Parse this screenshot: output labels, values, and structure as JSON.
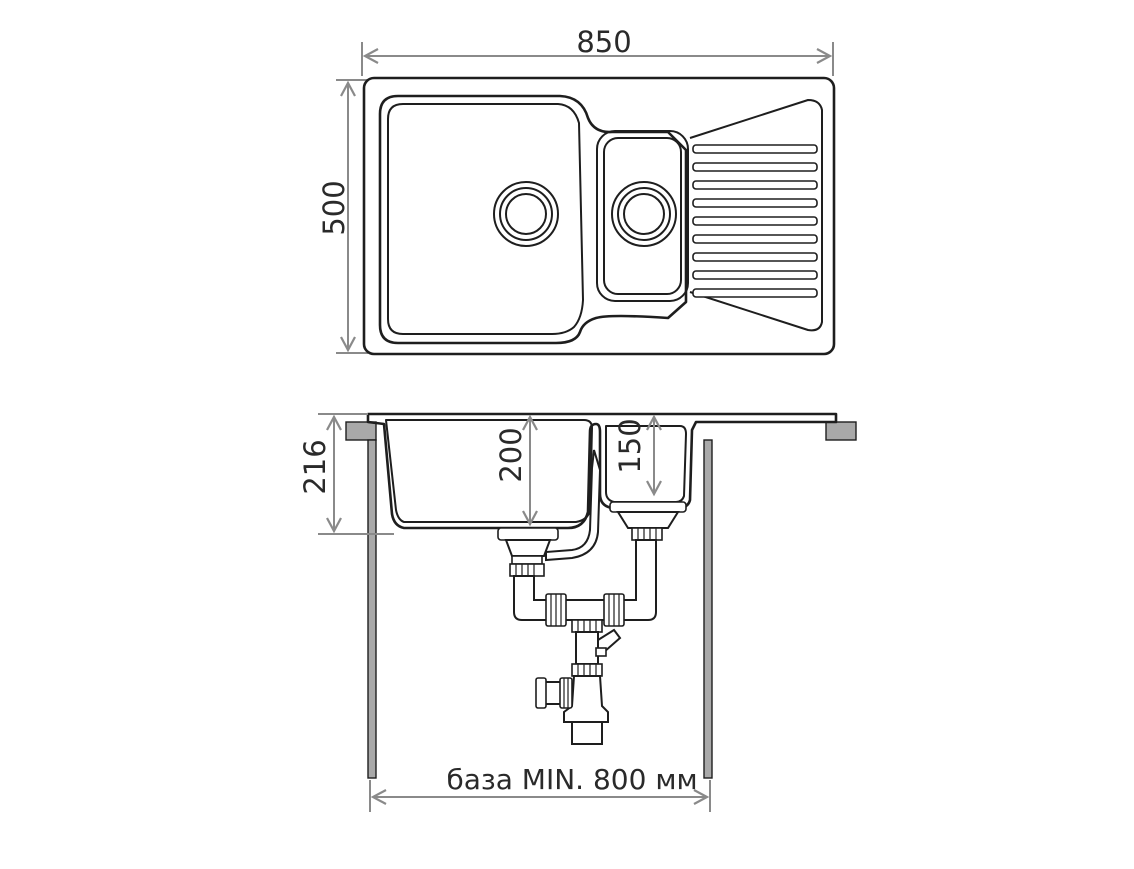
{
  "dimensions": {
    "width": "850",
    "depth": "500",
    "total_height": "216",
    "main_bowl_depth": "200",
    "small_bowl_depth": "150",
    "cabinet_base": "база MIN. 800 мм"
  },
  "colors": {
    "line": "#1e1e1e",
    "dimension_line": "#8a8a8a",
    "cabinet_panel": "#a9a9a9"
  }
}
